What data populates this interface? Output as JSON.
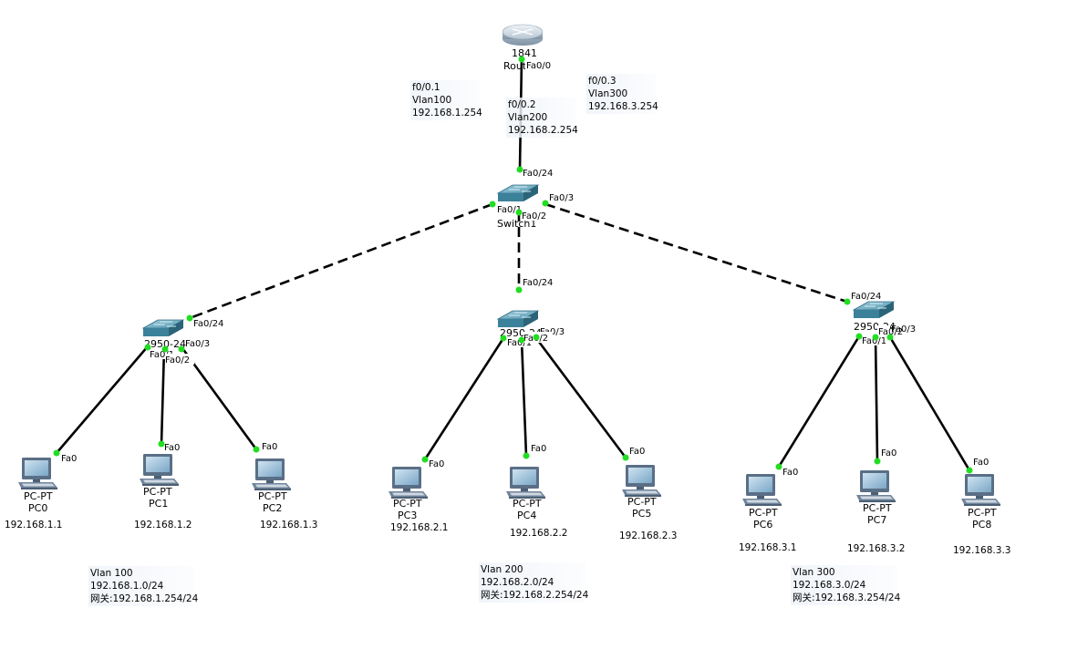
{
  "router": {
    "name": "1841",
    "name2": "Router0",
    "port": "Fa0/0"
  },
  "core_switch": {
    "name": "Switch1",
    "uplink_port": "Fa0/24",
    "port1": "Fa0/1",
    "port2": "Fa0/2",
    "port3": "Fa0/3"
  },
  "subinterfaces": [
    {
      "name": "f0/0.1",
      "vlan": "Vlan100",
      "ip": "192.168.1.254"
    },
    {
      "name": "f0/0.2",
      "vlan": "Vlan200",
      "ip": "192.168.2.254"
    },
    {
      "name": "f0/0.3",
      "vlan": "Vlan300",
      "ip": "192.168.3.254"
    }
  ],
  "access_switches": [
    {
      "model": "2950-24",
      "uplink": "Fa0/24",
      "p1": "Fa0/1",
      "p2": "Fa0/2",
      "p3": "Fa0/3"
    },
    {
      "model": "2950-24",
      "uplink": "Fa0/24",
      "p1": "Fa0/1",
      "p2": "Fa0/2",
      "p3": "Fa0/3"
    },
    {
      "model": "2950-24",
      "uplink": "Fa0/24",
      "p1": "Fa0/1",
      "p2": "Fa0/2",
      "p3": "Fa0/3"
    }
  ],
  "pcs": [
    {
      "type": "PC-PT",
      "name": "PC0",
      "port": "Fa0",
      "ip": "192.168.1.1"
    },
    {
      "type": "PC-PT",
      "name": "PC1",
      "port": "Fa0",
      "ip": "192.168.1.2"
    },
    {
      "type": "PC-PT",
      "name": "PC2",
      "port": "Fa0",
      "ip": "192.168.1.3"
    },
    {
      "type": "PC-PT",
      "name": "PC3",
      "port": "Fa0",
      "ip": "192.168.2.1"
    },
    {
      "type": "PC-PT",
      "name": "PC4",
      "port": "Fa0",
      "ip": "192.168.2.2"
    },
    {
      "type": "PC-PT",
      "name": "PC5",
      "port": "Fa0",
      "ip": "192.168.2.3"
    },
    {
      "type": "PC-PT",
      "name": "PC6",
      "port": "Fa0",
      "ip": "192.168.3.1"
    },
    {
      "type": "PC-PT",
      "name": "PC7",
      "port": "Fa0",
      "ip": "192.168.3.2"
    },
    {
      "type": "PC-PT",
      "name": "PC8",
      "port": "Fa0",
      "ip": "192.168.3.3"
    }
  ],
  "vlan_notes": [
    {
      "vlan": "Vlan 100",
      "subnet": "192.168.1.0/24",
      "gateway": "网关:192.168.1.254/24"
    },
    {
      "vlan": "Vlan 200",
      "subnet": "192.168.2.0/24",
      "gateway": "网关:192.168.2.254/24"
    },
    {
      "vlan": "Vlan 300",
      "subnet": "192.168.3.0/24",
      "gateway": "网关:192.168.3.254/24"
    }
  ],
  "colors": {
    "link": "#000000",
    "port_dot": "#22dd22",
    "switch_top": "#4f93ab",
    "switch_side": "#2f6f86",
    "router": "#b9c9d6"
  }
}
